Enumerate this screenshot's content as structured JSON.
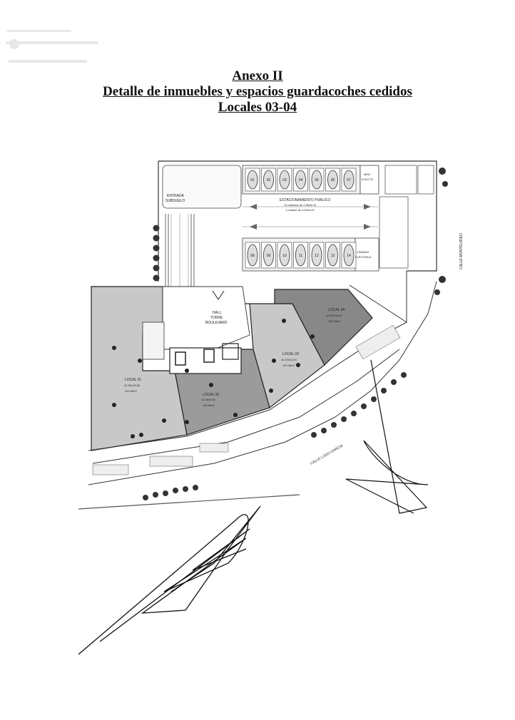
{
  "header": {
    "line1": "Anexo II",
    "line2": "Detalle de inmuebles y espacios guardacoches cedidos",
    "line3": "Locales 03-04"
  },
  "plan": {
    "entrada": [
      "ENTRADA",
      "SUBSUELO"
    ],
    "estacionamiento": {
      "title": "ESTACIONAMIENTO PUBLICO",
      "line2": "13 módulos de 2.50x5.30",
      "line3": "1 módulo de 3.50x5.02"
    },
    "med": [
      "MED.",
      "ELECTR."
    ],
    "camara": [
      "CÁMARA",
      "ELÉCTRICA"
    ],
    "hall": [
      "HALL",
      "TORRE",
      "BOULEVARD"
    ],
    "local01": {
      "name": "LOCAL 01",
      "dims": "22.50x13.80",
      "area": "314.90m²"
    },
    "local02": {
      "name": "LOCAL 02",
      "dims": "13.35x9.65",
      "area": "128.80m²"
    },
    "local03": {
      "name": "LOCAL 03",
      "dims": "11.20x14.00",
      "area": "120.45m²"
    },
    "local04": {
      "name": "LOCAL 04",
      "dims": "11.00x10.93",
      "area": "131.00m²"
    },
    "street_lugo": "CALLE LUGO GARCIA",
    "street_montevideo": "CALLE MONTEVIDEO",
    "parking_top": [
      "01",
      "02",
      "03",
      "04",
      "05",
      "06",
      "07"
    ],
    "parking_bottom": [
      "08",
      "09",
      "10",
      "11",
      "12",
      "13",
      "14"
    ]
  }
}
